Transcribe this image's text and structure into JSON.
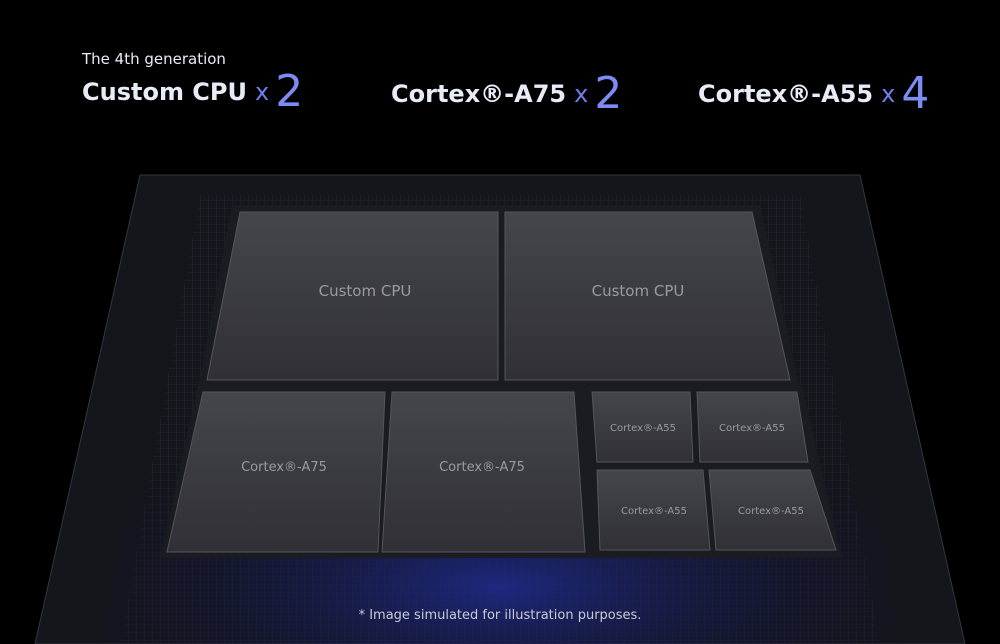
{
  "headers": [
    {
      "sub": "The 4th generation",
      "name": "Custom CPU",
      "times": "x",
      "count": "2"
    },
    {
      "name": "Cortex®-A75",
      "times": "x",
      "count": "2"
    },
    {
      "name": "Cortex®-A55",
      "times": "x",
      "count": "4"
    }
  ],
  "blocks": {
    "custom_cpu_1": "Custom CPU",
    "custom_cpu_2": "Custom CPU",
    "a75_1": "Cortex®-A75",
    "a75_2": "Cortex®-A75",
    "a55_1": "Cortex®-A55",
    "a55_2": "Cortex®-A55",
    "a55_3": "Cortex®-A55",
    "a55_4": "Cortex®-A55"
  },
  "footnote": "* Image simulated for illustration purposes.",
  "colors": {
    "accent": "#7d8cf5",
    "background": "#000000",
    "block": "#3a3a40"
  }
}
